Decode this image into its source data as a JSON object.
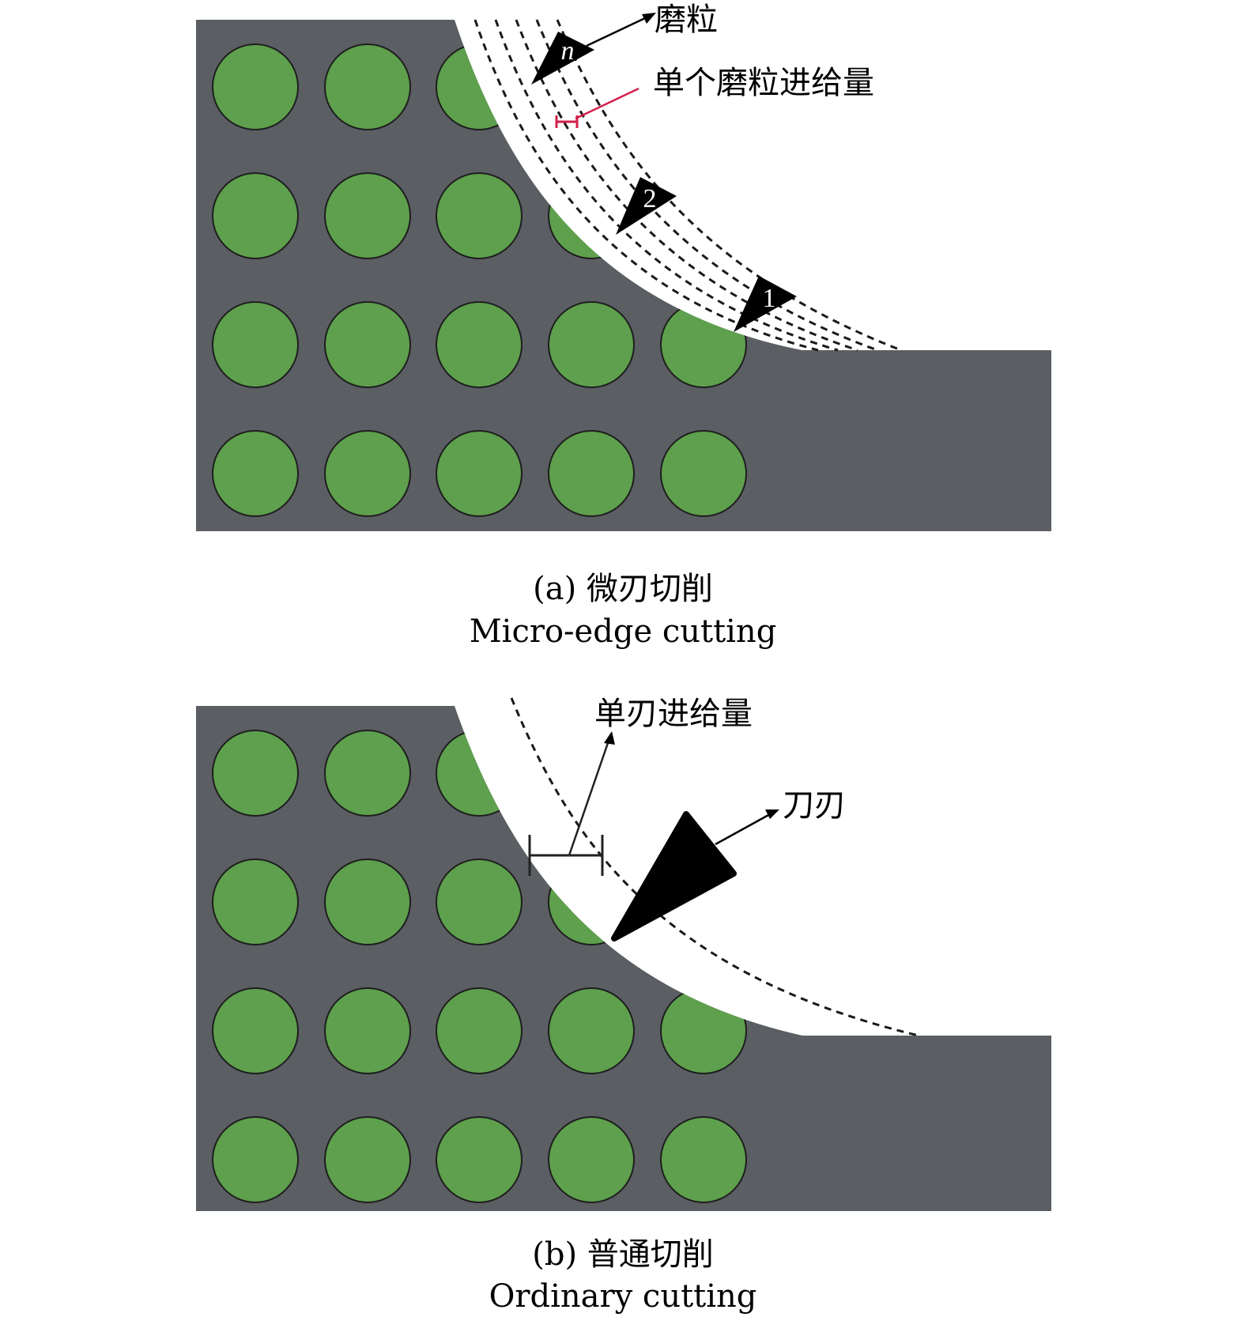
{
  "panel_a": {
    "caption_cn": "(a) 微刃切削",
    "caption_en": "Micro-edge cutting",
    "label_grain": "磨粒",
    "label_feed": "单个磨粒进给量",
    "grain_numbers": [
      "n",
      "2",
      "1"
    ]
  },
  "panel_b": {
    "caption_cn": "(b) 普通切削",
    "caption_en": "Ordinary cutting",
    "label_feed": "单刃进给量",
    "label_blade": "刀刃"
  },
  "colors": {
    "workpiece": "#5b5e62",
    "particle": "#5ea04d",
    "particle_stroke": "#1e1e1e",
    "feed_marker": "#d2204a",
    "tool": "#000000"
  }
}
